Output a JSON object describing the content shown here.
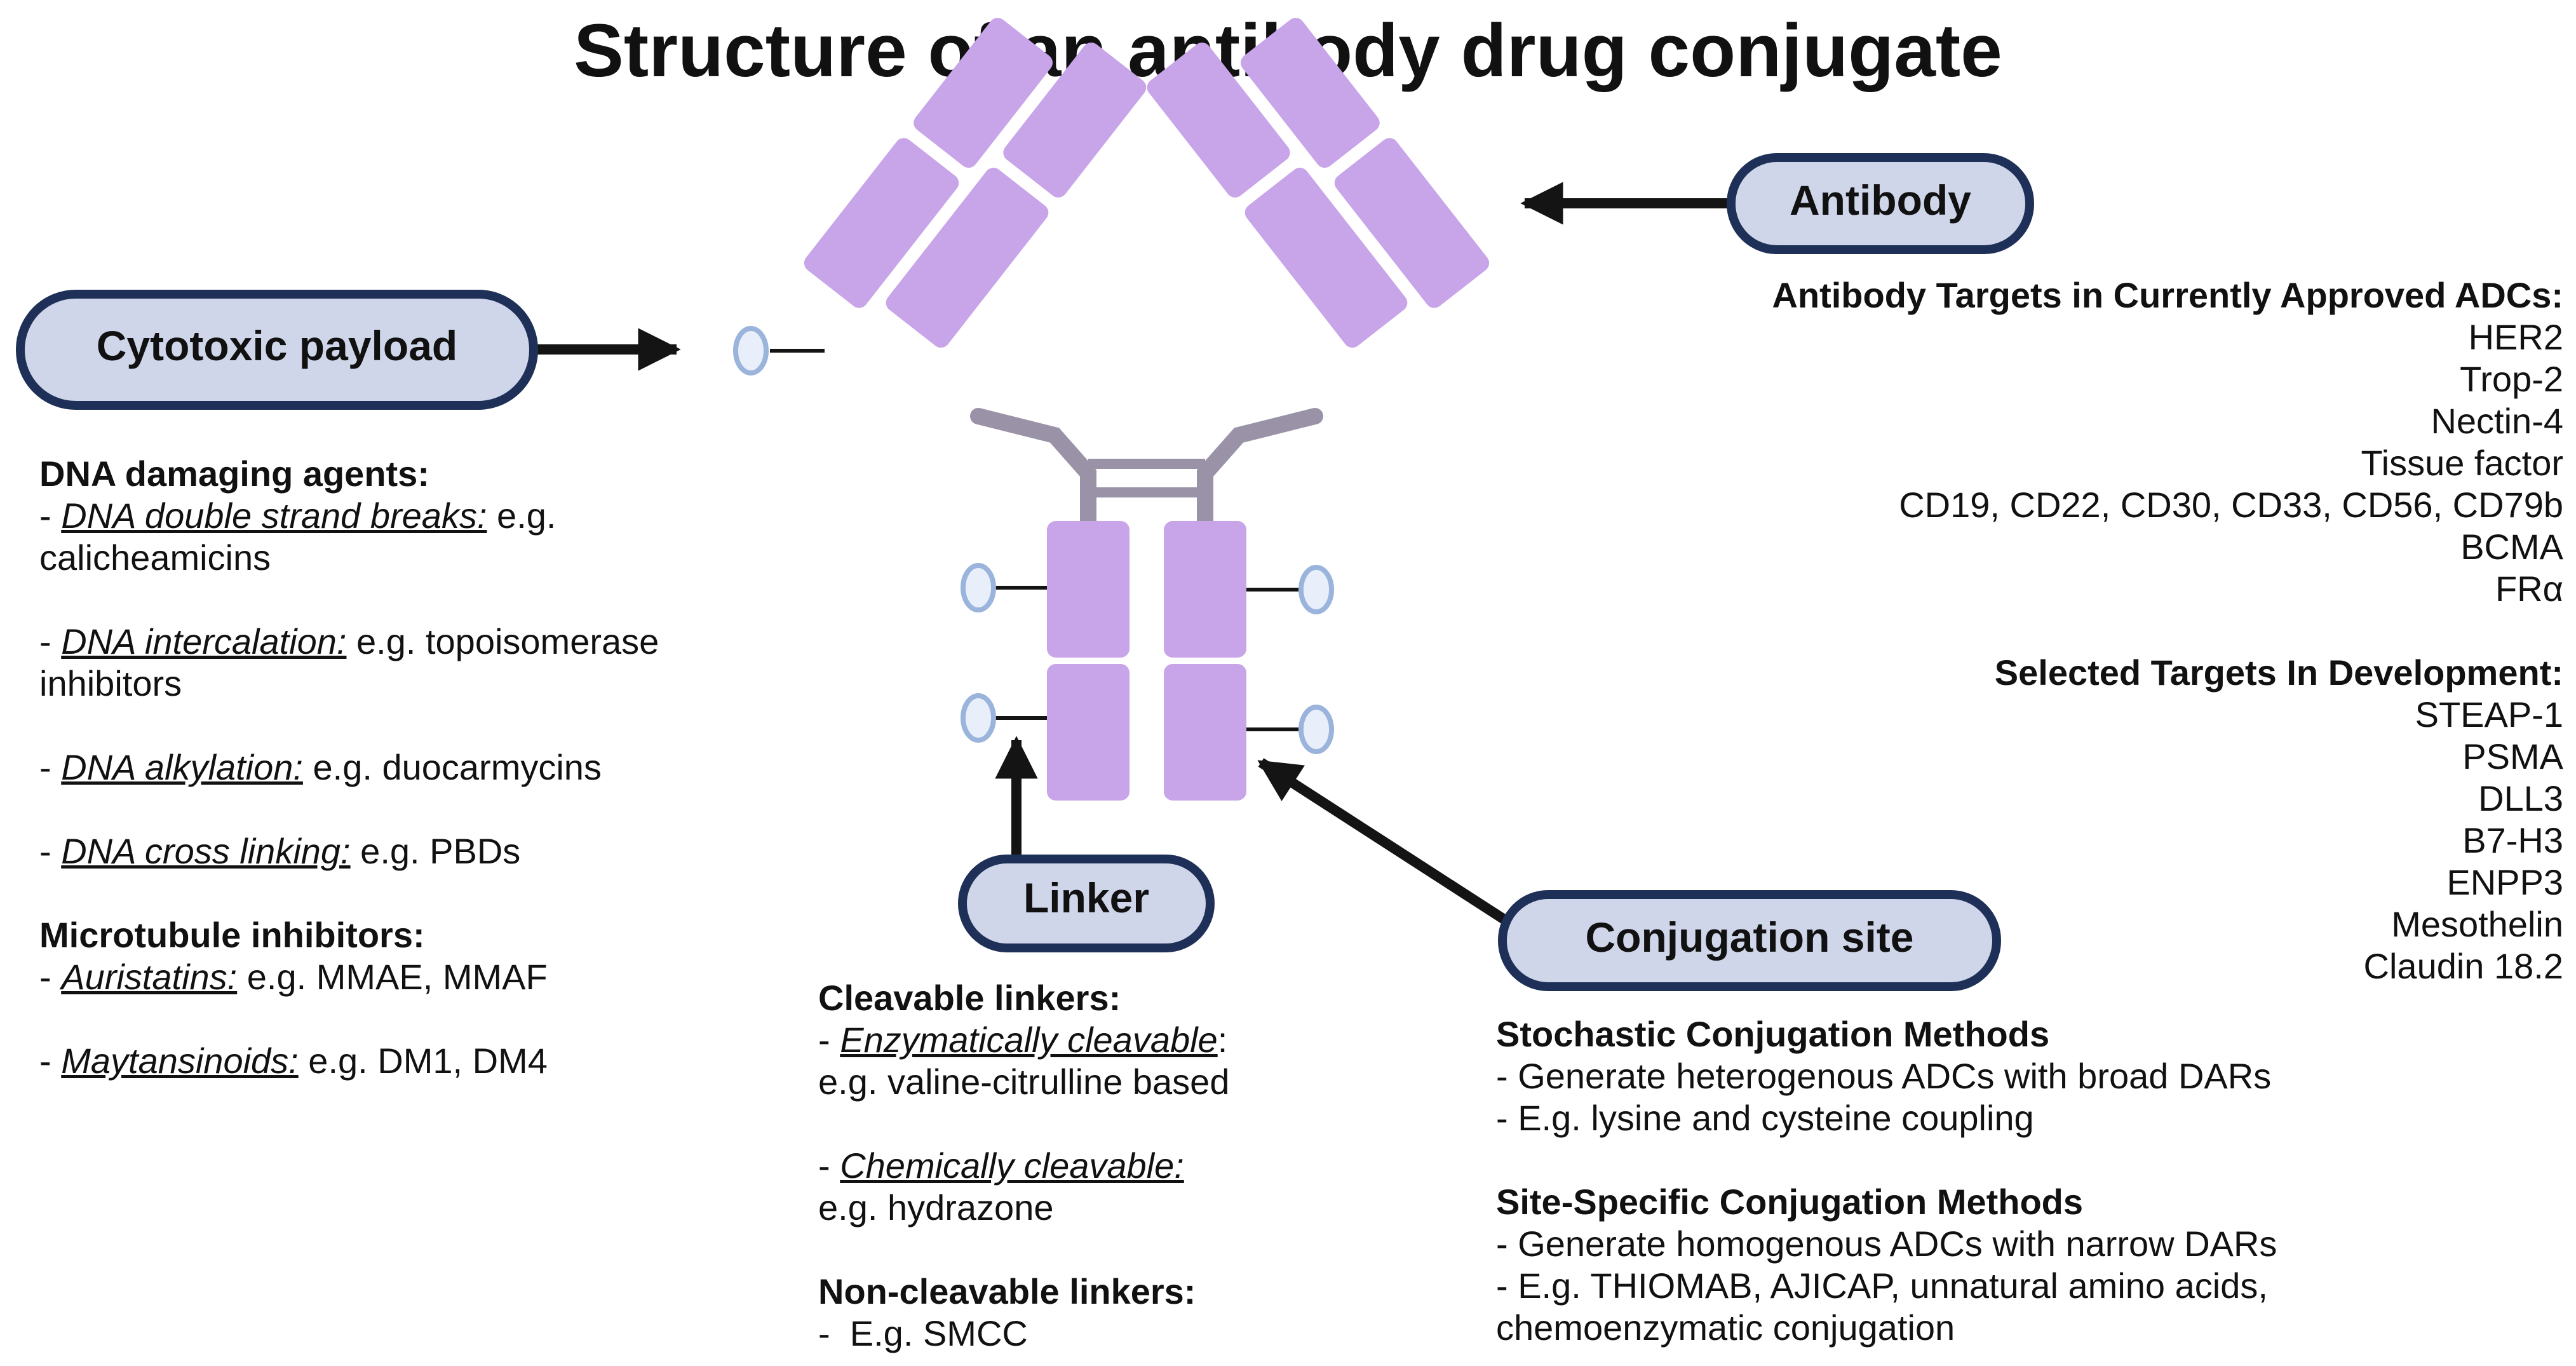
{
  "title": "Structure of an antibody drug conjugate",
  "labels": {
    "antibody": "Antibody",
    "cytotoxic_payload": "Cytotoxic payload",
    "linker": "Linker",
    "conjugation_site": "Conjugation site"
  },
  "payload_info": {
    "dna_heading": "DNA damaging agents:",
    "items": [
      {
        "term": "DNA double strand breaks:",
        "text": " e.g.",
        "cont": "calicheamicins"
      },
      {
        "term": "DNA intercalation:",
        "text": " e.g. topoisomerase",
        "cont": "inhibitors"
      },
      {
        "term": "DNA alkylation:",
        "text": " e.g. duocarmycins"
      },
      {
        "term": "DNA cross linking:",
        "text": " e.g. PBDs"
      }
    ],
    "micro_heading": "Microtubule inhibitors:",
    "micro_items": [
      {
        "term": "Auristatins:",
        "text": " e.g. MMAE, MMAF"
      },
      {
        "term": "Maytansinoids:",
        "text": " e.g. DM1, DM4"
      }
    ]
  },
  "linker_info": {
    "cleavable_heading": "Cleavable linkers:",
    "enzymatic_term": "Enzymatically cleavable",
    "enzymatic_colon": ":",
    "enzymatic_example": "e.g. valine-citrulline based",
    "chemical_term": "Chemically cleavable:",
    "chemical_example": "e.g. hydrazone",
    "noncleavable_heading": "Non-cleavable linkers:",
    "noncleavable_example": "E.g. SMCC"
  },
  "conjugation_info": {
    "stochastic_heading": "Stochastic Conjugation Methods",
    "stochastic_items": [
      "- Generate heterogenous ADCs with broad DARs",
      "- E.g. lysine and cysteine coupling"
    ],
    "site_heading": "Site-Specific Conjugation Methods",
    "site_items": [
      "- Generate homogenous ADCs with narrow DARs",
      "- E.g. THIOMAB, AJICAP, unnatural amino acids,",
      "chemoenzymatic conjugation"
    ]
  },
  "targets": {
    "approved_heading": "Antibody Targets in Currently Approved ADCs:",
    "approved": [
      "HER2",
      "Trop-2",
      "Nectin-4",
      "Tissue factor",
      "CD19, CD22, CD30, CD33, CD56, CD79b",
      "BCMA",
      "FRα"
    ],
    "development_heading": "Selected Targets In Development:",
    "development": [
      "STEAP-1",
      "PSMA",
      "DLL3",
      "B7-H3",
      "ENPP3",
      "Mesothelin",
      "Claudin 18.2"
    ]
  },
  "colors": {
    "antibody_fill": "#c8a4e8",
    "hinge": "#9a93a8",
    "pill_fill": "#cfd6ea",
    "pill_stroke": "#1f3058",
    "payload_oval": "#9bb4dc",
    "arrow": "#141414"
  }
}
